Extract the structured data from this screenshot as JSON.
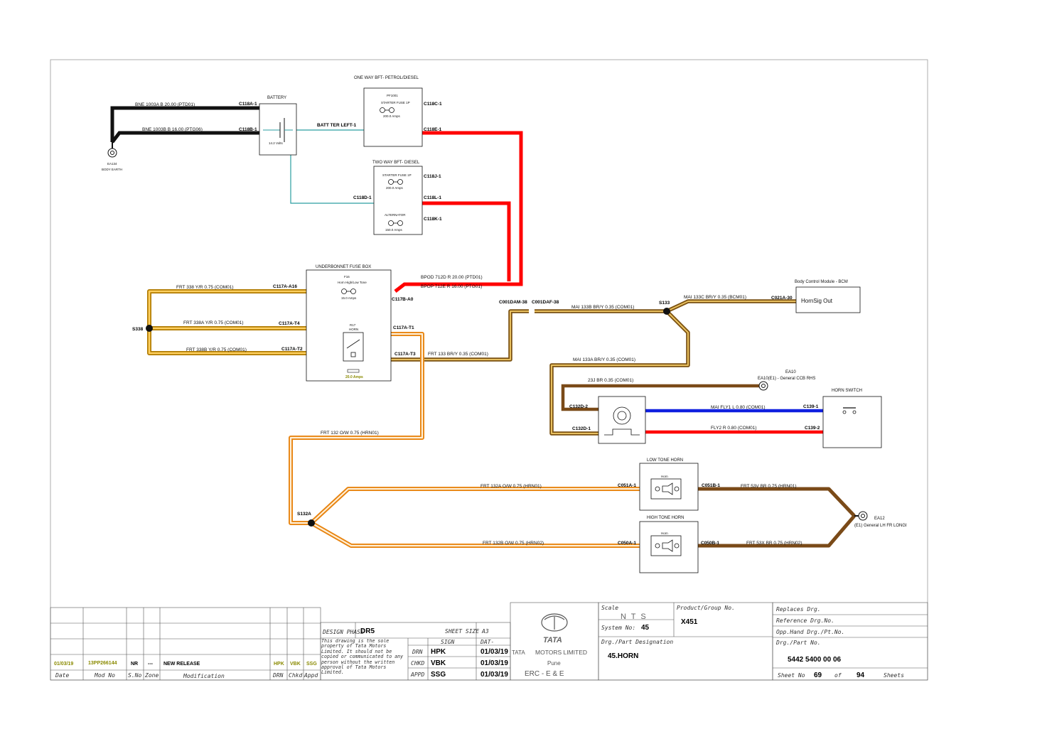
{
  "components": {
    "battery": {
      "title": "BATTERY",
      "voltage": "14.2 Volts"
    },
    "body_earth": {
      "id": "EA134",
      "label": "BODY EARTH"
    },
    "one_way_bft": {
      "title": "ONE WAY BFT- PETROL/DIESEL",
      "fuse_id": "PF1001",
      "fuse_name": "STARTER FUSE 1P",
      "rating": "200.0 Amps"
    },
    "two_way_bft": {
      "title": "TWO WAY BFT- DIESEL",
      "fuse1_name": "STARTER FUSE 1P",
      "fuse1_rating": "200.0 Amps",
      "fuse2_name": "ALTERNATOR",
      "fuse2_rating": "150.0 Amps"
    },
    "ubfb": {
      "title": "UNDERBONNET FUSE BOX",
      "fuse_id": "F16",
      "fuse_name": "Horn High/Low Tone",
      "fuse_rating": "15.0 Amps",
      "relay_id": "R17",
      "relay_name": "HORN",
      "relay_rating": "20.0 Amps"
    },
    "bcm": {
      "title": "Body Control Module - BCM",
      "pin": "HornSig Out"
    },
    "ea10": {
      "id": "EA10",
      "label": "EA10(E1) - General CCB RHS"
    },
    "horn_switch": {
      "title": "HORN SWITCH"
    },
    "low_horn": {
      "title": "LOW TONE HORN",
      "inner": "Horn"
    },
    "high_horn": {
      "title": "HIGH TONE HORN",
      "inner": "Horn"
    },
    "ea12": {
      "id": "EA12",
      "label": "(E1) General LH FR LONGI"
    }
  },
  "connectors": {
    "c118a1": "C118A-1",
    "c118b1": "C118B-1",
    "batt_left": "BATT TER LEFT-1",
    "c118c1": "C118C-1",
    "c118e1": "C118E-1",
    "c118j1": "C118J-1",
    "c118d1": "C118D-1",
    "c118l1": "C118L-1",
    "c118k1": "C118K-1",
    "c117a16": "C117A-A16",
    "c117at4": "C117A-T4",
    "c117at2": "C117A-T2",
    "c117ba0": "C117B-A0",
    "c117at1": "C117A-T1",
    "c117at3": "C117A-T3",
    "s338": "S338",
    "s133": "S133",
    "s132a": "S132A",
    "c001dam": "C001DAM-38",
    "c001daf": "C001DAF-38",
    "c021a30": "C021A-30",
    "c132d2": "C132D-2",
    "c132d1": "C132D-1",
    "c1391": "C139-1",
    "c1392": "C139-2",
    "c051a1": "C051A-1",
    "c051b1": "C051B-1",
    "c050a1": "C050A-1",
    "c050b1": "C050B-1"
  },
  "wires": {
    "w1": "BNE  1003A  B  20.00  (PTD01)",
    "w2": "BNE  1003B  B  16.00  (PTG06)",
    "w3": "BPOD  712D  R  20.00  (PTD01)",
    "w4": "BPOP  712E  R  16.00  (PTG01)",
    "w5": "FRT  338  Y/R  0.75  (COM01)",
    "w6": "FRT  338A  Y/R  0.75  (COM01)",
    "w7": "FRT  338B  Y/R  0.75  (COM01)",
    "w8": "FRT  133  BR/Y  0.35  (COM01)",
    "w9": "MAI  133B  BR/Y  0.35  (COM01)",
    "w10": "MAI  133C  BR/Y  0.35  (BCM01)",
    "w11": "MAI  133A  BR/Y  0.35  (COM01)",
    "w12": "23J  BR  0.35  (COM01)",
    "w13": "MAI  FLY1  L  0.80  (COM01)",
    "w14": "FLY2  R  0.80  (COM01)",
    "w15": "FRT  132  O/W  0.75  (HRN01)",
    "w16": "FRT  132A  O/W  0.75  (HRN01)",
    "w17": "FRT  132B  O/W  0.75  (HRN02)",
    "w18": "FRT  53V  BR  0.75  (HRN01)",
    "w19": "FRT  53X  BR  0.75  (HRN02)"
  },
  "colors": {
    "black": "#111111",
    "red": "#ff0000",
    "teal": "#2a9ea0",
    "orange": "#f0a030",
    "yellow": "#e8b020",
    "brown": "#7a4a18",
    "blue": "#1020e0"
  },
  "title_block": {
    "rev": {
      "date": "01/03/19",
      "mod_no": "13PP266144",
      "sno": "NR",
      "zone": "---",
      "mod": "NEW RELEASE",
      "drn": "HPK",
      "chkd": "VBK",
      "appd": "SSG"
    },
    "hdr": {
      "date": "Date",
      "mod_no": "Mod No",
      "sno": "S.No",
      "zone": "Zone",
      "mod": "Modification",
      "drn": "DRN",
      "chkd": "Chkd",
      "appd": "Appd"
    },
    "design_phase_label": "DESIGN PHASE",
    "design_phase": "DR5",
    "sheet_size_label": "SHEET SIZE",
    "sheet_size": "A3",
    "property_note": "This drawing is the sole property of Tata Motors Limited. It should not be copied or communicated to any person without the written approval of Tata Motors Limited.",
    "sign_label": "SIGN",
    "date_label": "DAT-",
    "drn_label": "DRN",
    "drn_sign": "HPK",
    "drn_date": "01/03/19",
    "chkd_label": "CHKD",
    "chkd_sign": "VBK",
    "chkd_date": "01/03/19",
    "appd_label": "APPD",
    "appd_sign": "SSG",
    "appd_date": "01/03/19",
    "company_logo": "TATA",
    "company": "MOTORS LIMITED",
    "city": "Pune",
    "dept": "ERC - E & E",
    "scale_label": "Scale",
    "scale": "N T S",
    "system_no_label": "System No:",
    "system_no": "45",
    "product_label": "Product/Group No.",
    "product": "X451",
    "designation_label": "Drg./Part Designation",
    "designation": "45.HORN",
    "replaces_label": "Replaces Drg.",
    "reference_label": "Reference Drg.No.",
    "opp_label": "Opp.Hand Drg./Pt.No.",
    "part_no_label": "Drg./Part No.",
    "part_no": "5442 5400 00 06",
    "sheet_no_label": "Sheet No",
    "sheet_no": "69",
    "of_label": "of",
    "total": "94",
    "sheets_label": "Sheets"
  }
}
